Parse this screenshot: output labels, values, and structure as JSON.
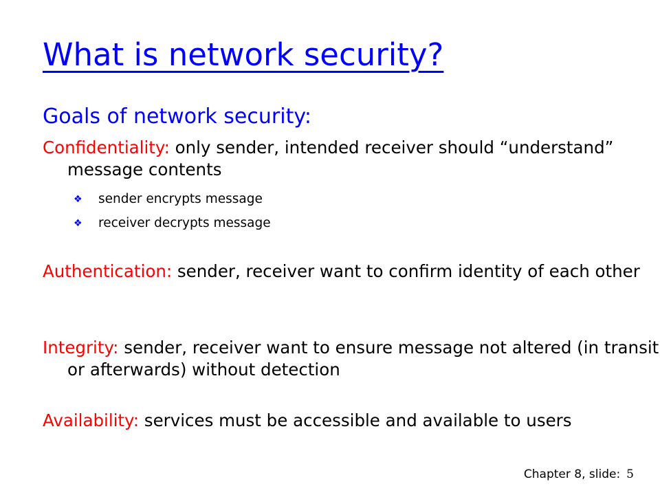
{
  "title": "What is network security?",
  "subtitle": "Goals of network security:",
  "colors": {
    "title": "#0000ff",
    "term": "#ff0000",
    "text": "#000000",
    "bullet": "#0000ff"
  },
  "items": [
    {
      "term": "Confidentiality:",
      "definition": " only sender, intended receiver should “understand” message contents"
    },
    {
      "term": "Authentication:",
      "definition": " sender, receiver want to confirm identity of each other"
    },
    {
      "term": "Integrity:",
      "definition": " sender, receiver want to ensure message not altered (in transit, or afterwards) without detection"
    },
    {
      "term": "Availability:",
      "definition": " services must be accessible and available to users"
    }
  ],
  "sub_items": [
    {
      "icon": "diamond-bullet-icon",
      "bullet": "❖",
      "text": "sender encrypts message"
    },
    {
      "icon": "diamond-bullet-icon",
      "bullet": "❖",
      "text": "receiver decrypts message"
    }
  ],
  "footer": {
    "label": "Chapter 8, slide:",
    "number": "5"
  }
}
